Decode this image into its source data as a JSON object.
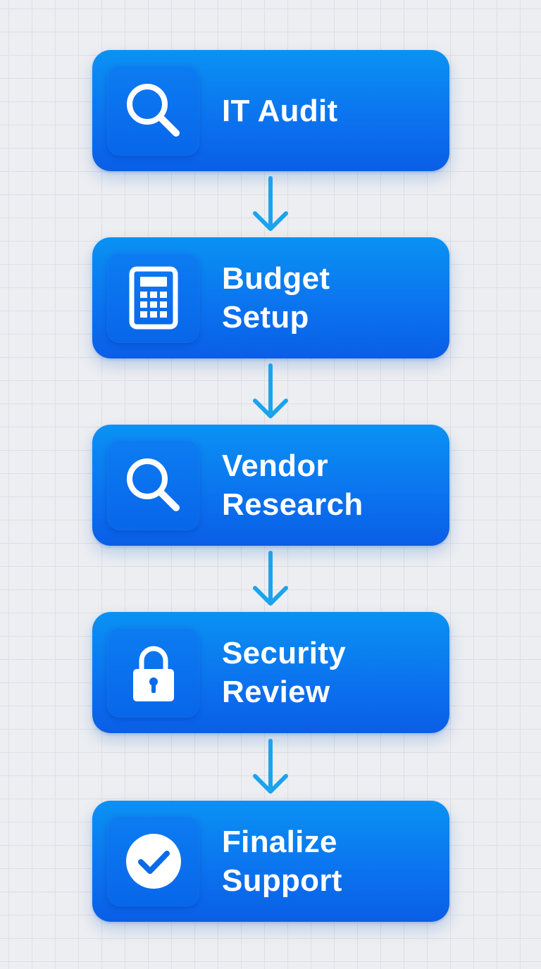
{
  "steps": [
    {
      "lines": [
        "IT Audit"
      ],
      "icon": "magnifier-icon"
    },
    {
      "lines": [
        "Budget",
        "Setup"
      ],
      "icon": "calculator-icon"
    },
    {
      "lines": [
        "Vendor",
        "Research"
      ],
      "icon": "magnifier-icon"
    },
    {
      "lines": [
        "Security",
        "Review"
      ],
      "icon": "padlock-icon"
    },
    {
      "lines": [
        "Finalize",
        "Support"
      ],
      "icon": "check-circle-icon"
    }
  ],
  "colors": {
    "card_top": "#0a92f3",
    "card_bottom": "#0a5ee6",
    "arrow": "#1aa3ee",
    "text": "#ffffff",
    "background": "#eceef1"
  }
}
